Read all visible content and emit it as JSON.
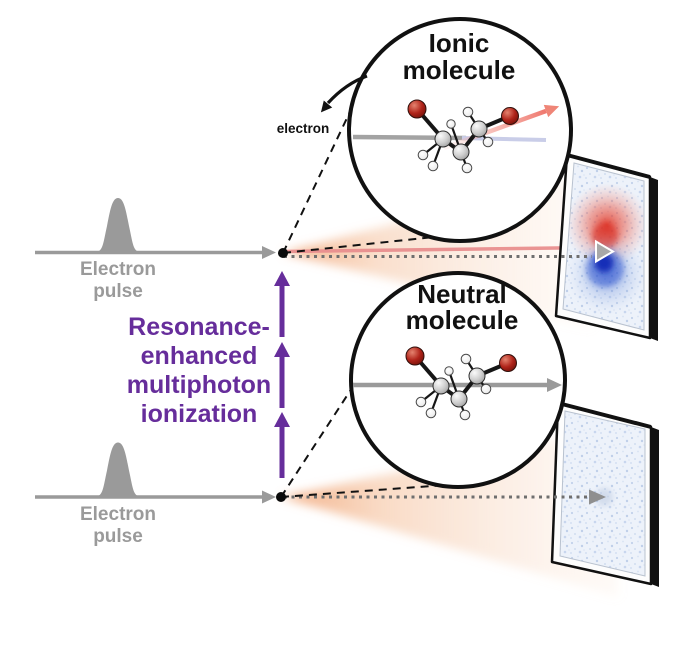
{
  "figure": {
    "top_circle": {
      "title_line1": "Ionic",
      "title_line2": "molecule"
    },
    "bottom_circle": {
      "title_line1": "Neutral",
      "title_line2": "molecule"
    },
    "beam_label_top": {
      "line1": "Electron",
      "line2": "pulse"
    },
    "beam_label_bottom": {
      "line1": "Electron",
      "line2": "pulse"
    },
    "rempi_label": {
      "line1": "Resonance-",
      "line2": "enhanced",
      "line3": "multiphoton",
      "line4": "ionization"
    },
    "ejected_electron_label": "electron",
    "palette": {
      "beam_gray": "#9a9a9a",
      "rempi_purple": "#662d9b",
      "ion_pink": "#e98f8f",
      "laser_cone_orange": "#f1a171",
      "diff_signal_red": "#dd2c20",
      "diff_signal_blue": "#1b3fc4",
      "outline_black": "#111111",
      "detector_bg": "#edf2fa"
    }
  }
}
